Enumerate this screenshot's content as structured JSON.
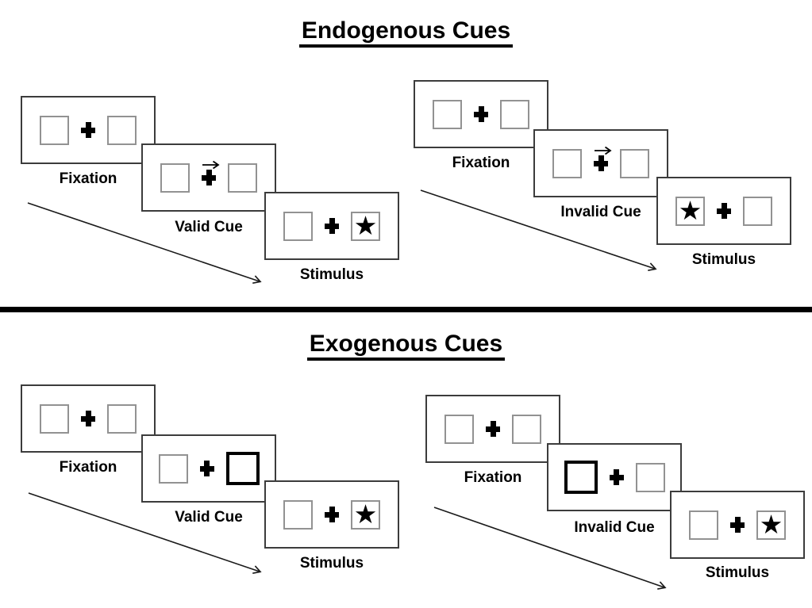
{
  "glyphs": {
    "star": "★"
  },
  "colors": {
    "background": "#ffffff",
    "panel_border": "#3c3c3c",
    "box_border": "#929292",
    "cue_box_border": "#000000",
    "ink": "#000000",
    "divider": "#000000"
  },
  "sections": {
    "endogenous": {
      "title": "Endogenous Cues",
      "groups": {
        "valid": {
          "panels": {
            "fixation": {
              "label": "Fixation",
              "left_box": "empty",
              "center": "fixation-cross",
              "right_box": "empty"
            },
            "cue": {
              "label": "Valid Cue",
              "left_box": "empty",
              "center": "fixation-cross",
              "cue_style": "central-arrow-right",
              "right_box": "empty"
            },
            "stimulus": {
              "label": "Stimulus",
              "left_box": "empty",
              "center": "fixation-cross",
              "right_box": "star",
              "target_side": "right"
            }
          }
        },
        "invalid": {
          "panels": {
            "fixation": {
              "label": "Fixation",
              "left_box": "empty",
              "center": "fixation-cross",
              "right_box": "empty"
            },
            "cue": {
              "label": "Invalid Cue",
              "left_box": "empty",
              "center": "fixation-cross",
              "cue_style": "central-arrow-right",
              "right_box": "empty"
            },
            "stimulus": {
              "label": "Stimulus",
              "left_box": "star",
              "center": "fixation-cross",
              "right_box": "empty",
              "target_side": "left"
            }
          }
        }
      }
    },
    "exogenous": {
      "title": "Exogenous Cues",
      "groups": {
        "valid": {
          "panels": {
            "fixation": {
              "label": "Fixation",
              "left_box": "empty",
              "center": "fixation-cross",
              "right_box": "empty"
            },
            "cue": {
              "label": "Valid Cue",
              "left_box": "empty",
              "center": "fixation-cross",
              "cue_style": "peripheral-thick-box-right",
              "right_box": "thick-outline"
            },
            "stimulus": {
              "label": "Stimulus",
              "left_box": "empty",
              "center": "fixation-cross",
              "right_box": "star",
              "target_side": "right"
            }
          }
        },
        "invalid": {
          "panels": {
            "fixation": {
              "label": "Fixation",
              "left_box": "empty",
              "center": "fixation-cross",
              "right_box": "empty"
            },
            "cue": {
              "label": "Invalid Cue",
              "left_box": "thick-outline",
              "center": "fixation-cross",
              "cue_style": "peripheral-thick-box-left",
              "right_box": "empty"
            },
            "stimulus": {
              "label": "Stimulus",
              "left_box": "empty",
              "center": "fixation-cross",
              "right_box": "star",
              "target_side": "right"
            }
          }
        }
      }
    }
  }
}
